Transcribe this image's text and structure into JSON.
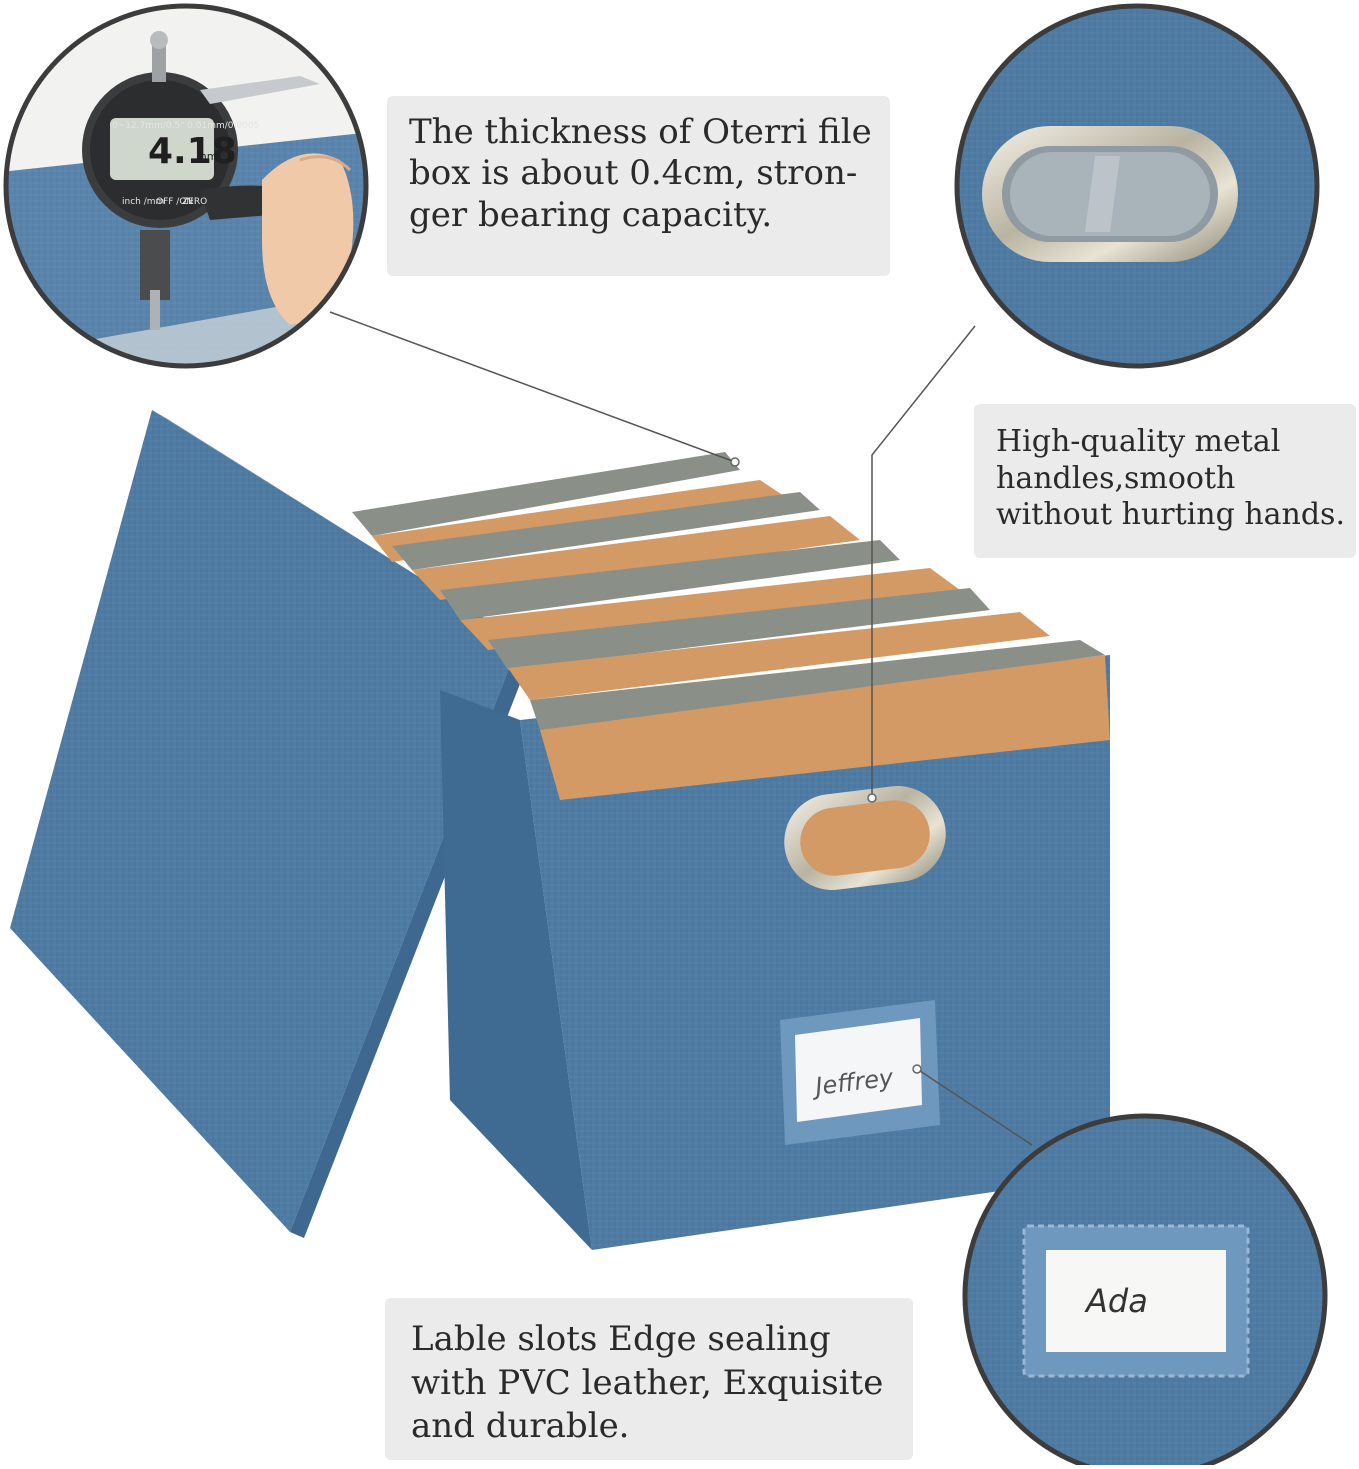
{
  "callouts": {
    "thickness": {
      "lines": [
        "The thickness of Oterri file",
        "box is about 0.4cm, stron-",
        "ger bearing capacity."
      ]
    },
    "handles": {
      "lines": [
        "High-quality metal",
        "handles,smooth",
        "without hurting hands."
      ]
    },
    "label": {
      "lines": [
        "Lable slots Edge sealing",
        "with PVC leather, Exquisite",
        "and durable."
      ]
    }
  },
  "gauge": {
    "reading": "4.18",
    "unit": "mm",
    "spec": "0~12.7mm/0.5\"   0.01mm/0.0005",
    "buttons": [
      "inch /mm",
      "OFF /ON",
      "ZERO"
    ]
  },
  "labels": {
    "box_label": "Jeffrey",
    "detail_label": "Ada"
  },
  "colors": {
    "fabric": "#4f7aa2",
    "fabric_dark": "#3e6890",
    "folder_orange": "#d49a66",
    "folder_gray": "#8a8f88",
    "callout_bg": "#ebebeb"
  }
}
